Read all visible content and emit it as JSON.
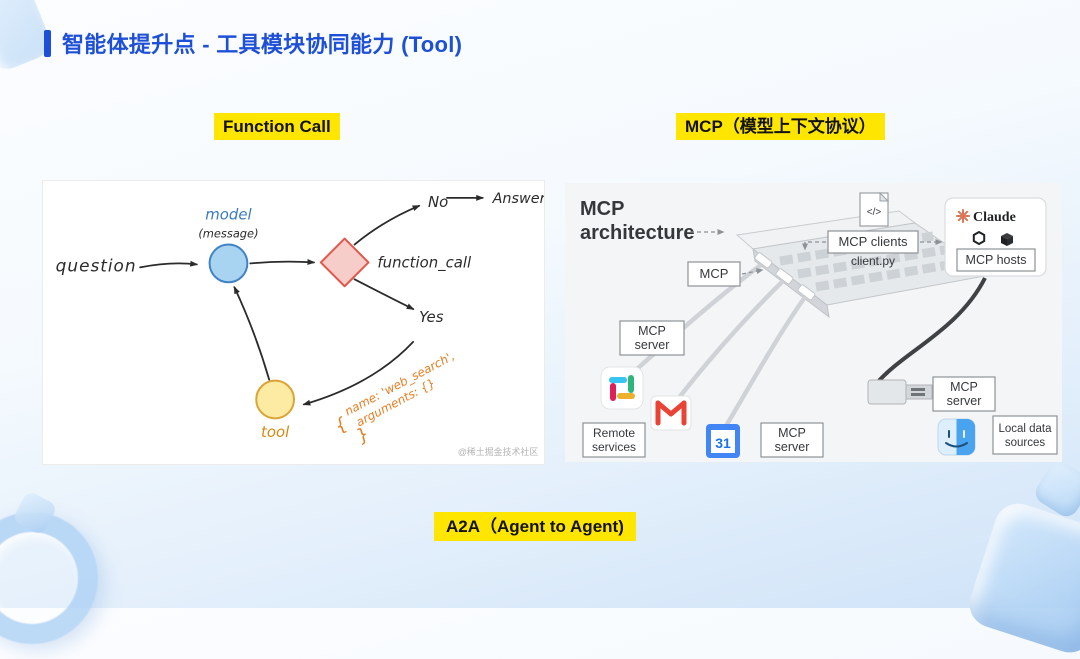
{
  "slide": {
    "title": "智能体提升点 - 工具模块协同能力 (Tool)",
    "accent_color": "#1d4fd7",
    "highlight_color": "#ffe600"
  },
  "labels": {
    "function_call": "Function Call",
    "mcp": "MCP（模型上下文协议）",
    "a2a": "A2A（Agent to Agent)"
  },
  "fc_diagram": {
    "question": "question",
    "model": "model",
    "message": "(message)",
    "function_call": "function_call",
    "no": "No",
    "answer": "Answer",
    "yes": "Yes",
    "tool": "tool",
    "payload_open": "{",
    "payload_line1": "name: 'web_search',",
    "payload_line2": "arguments: {}",
    "payload_close": "}",
    "watermark": "@稀土掘金技术社区"
  },
  "mcp_diagram": {
    "title_l1": "MCP",
    "title_l2": "architecture",
    "code_glyph": "</>",
    "clients_label": "MCP clients",
    "client_file": "client.py",
    "claude_label": "Claude",
    "hosts_label": "MCP hosts",
    "mcp_label": "MCP",
    "server_l1": "MCP",
    "server_l2": "server",
    "remote_l1": "Remote",
    "remote_l2": "services",
    "local_l1": "Local data",
    "local_l2": "sources",
    "calendar_day": "31"
  }
}
